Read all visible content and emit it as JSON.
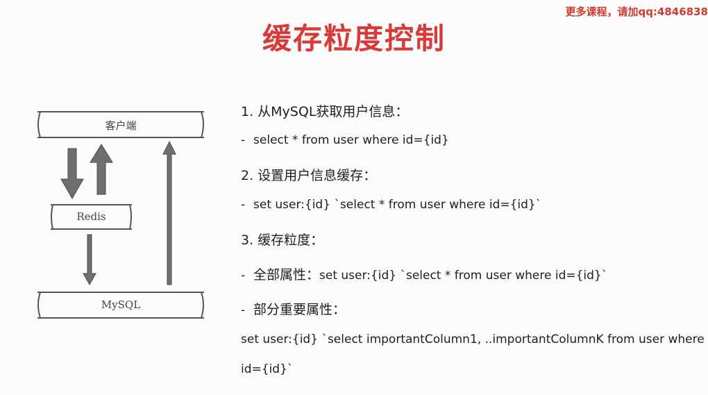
{
  "watermark": "更多课程，请加qq:4846838",
  "title": "缓存粒度控制",
  "diagram": {
    "client_label": "客户端",
    "redis_label": "Redis",
    "mysql_label": "MySQL"
  },
  "content": {
    "step1_heading": "1. 从MySQL获取用户信息：",
    "step1_item": "select * from user where id={id}",
    "step2_heading": "2. 设置用户信息缓存：",
    "step2_item": "set user:{id} `select * from user where id={id}`",
    "step3_heading": "3. 缓存粒度：",
    "step3_item1_label": "全部属性：",
    "step3_item1_code": "set user:{id}  `select * from user where id={id}`",
    "step3_item2_label": "部分重要属性：",
    "step3_code_line1": "set user:{id} `select importantColumn1, ..importantColumnK from user where",
    "step3_code_line2": "id={id}`",
    "bullet": "-"
  }
}
